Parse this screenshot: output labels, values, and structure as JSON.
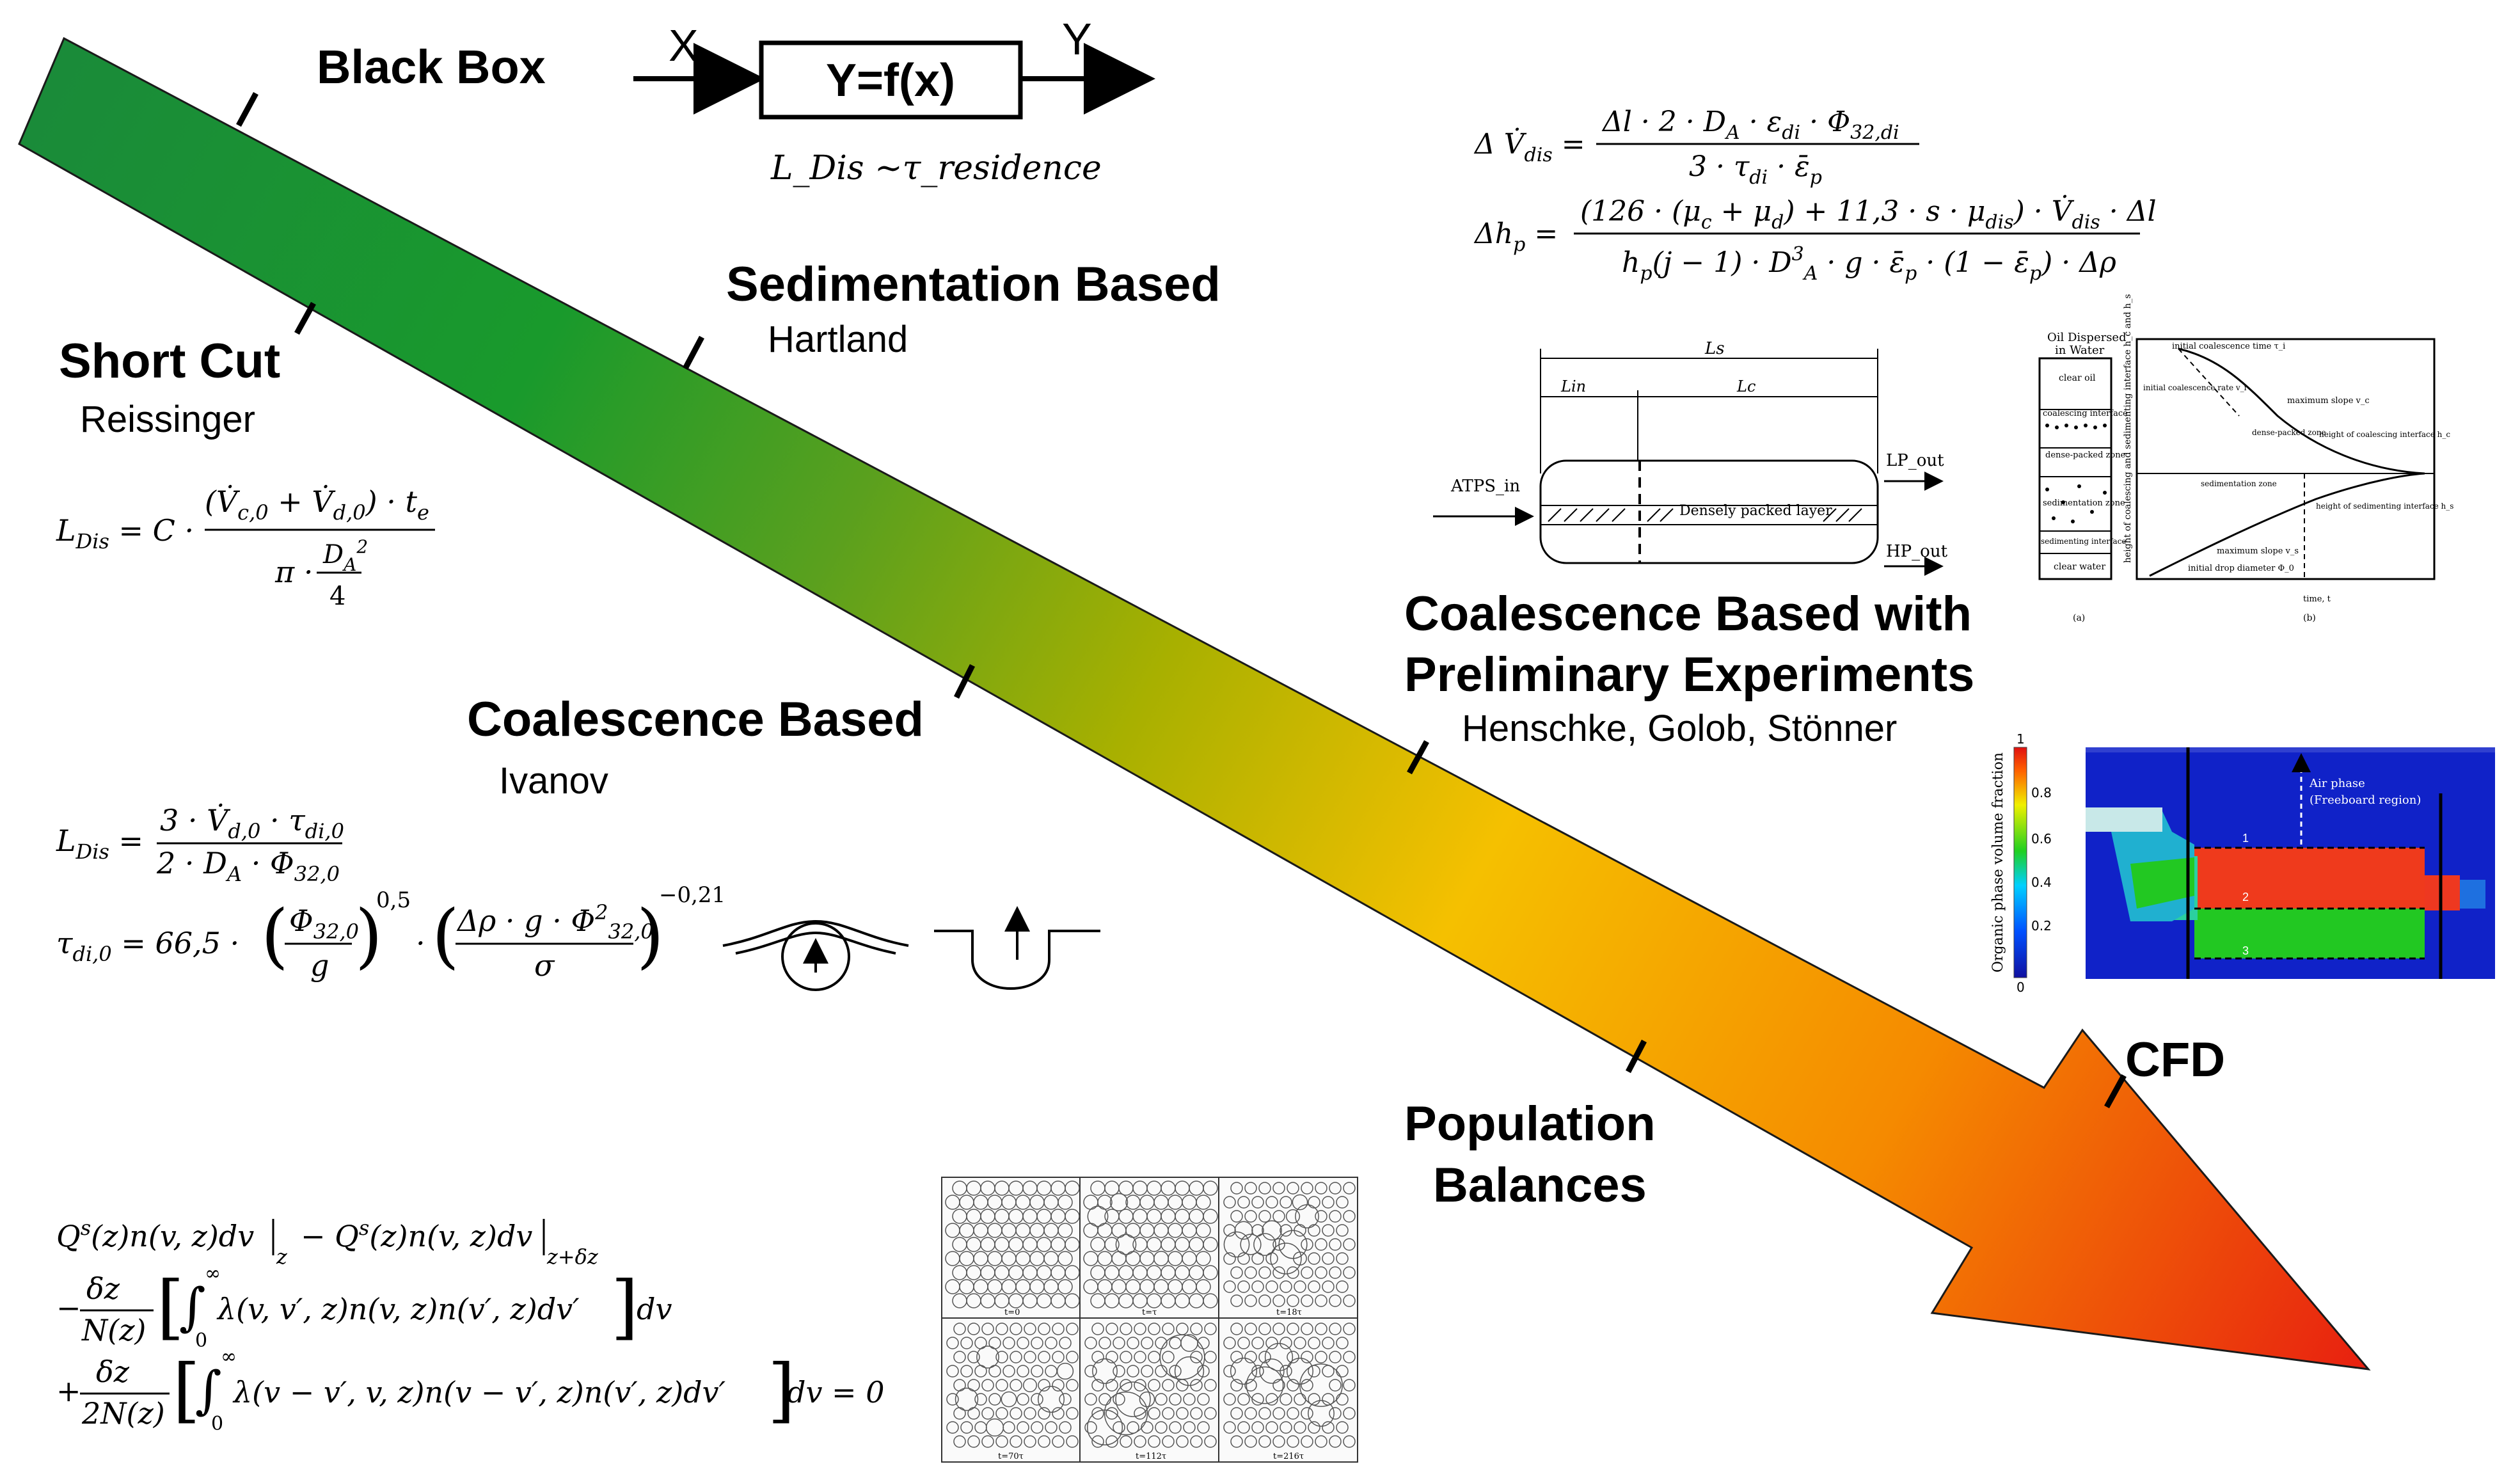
{
  "arrow_colors": {
    "start": "#1a8a3a",
    "green": "#199a2c",
    "mid_green": "#5aa01e",
    "yellow_green": "#a8b000",
    "yellow": "#f5c000",
    "orange": "#f58a00",
    "red": "#e82010"
  },
  "black_box": {
    "title": "Black Box",
    "input": "X",
    "output": "Y",
    "box_label": "Y=f(x)",
    "relation": "L_Dis ~τ_residence"
  },
  "sections": {
    "short_cut": {
      "title": "Short Cut",
      "author": "Reissinger"
    },
    "sedimentation": {
      "title": "Sedimentation Based",
      "author": "Hartland"
    },
    "coalescence": {
      "title": "Coalescence Based",
      "author": "Ivanov"
    },
    "coalescence_prelim": {
      "title_line1": "Coalescence Based with",
      "title_line2": "Preliminary Experiments",
      "authors": "Henschke, Golob, Stönner"
    },
    "population": {
      "title_line1": "Population",
      "title_line2": "Balances"
    },
    "cfd": {
      "title": "CFD"
    }
  },
  "settler_diagram": {
    "ls": "Ls",
    "lin": "Lin",
    "lc": "Lc",
    "inlet": "ATPS_in",
    "lp_out": "LP_out",
    "hp_out": "HP_out",
    "layer_label": "Densely packed layer"
  },
  "batch_diagram_a": {
    "header_line1": "Oil Dispersed",
    "header_line2": "in Water",
    "zones": [
      "clear oil",
      "coalescing interface",
      "dense-packed zone",
      "sedimentation zone",
      "sedimenting interface",
      "clear water"
    ],
    "caption": "(a)"
  },
  "batch_diagram_b": {
    "y_axis": "height of coalescing and sedimenting interface h_c and h_s",
    "annotations": [
      "initial coalescence time τ_i",
      "initial coalescence rate v_i",
      "maximum slope v_c",
      "height of coalescing interface h_c",
      "dense-packed zone",
      "sedimentation zone",
      "height of sedimenting interface h_s",
      "maximum slope v_s",
      "initial drop diameter Φ_0"
    ],
    "x_axis": "time, t",
    "caption": "(b)"
  },
  "cfd_plot": {
    "colorbar_title": "Organic phase volume fraction",
    "ticks": [
      "1",
      "0.8",
      "0.6",
      "0.4",
      "0.2",
      "0"
    ],
    "annotation_line1": "Air phase",
    "annotation_line2": "(Freeboard region)",
    "markers": [
      "1",
      "2",
      "3"
    ]
  },
  "pbe_panels": {
    "captions": [
      "t=0",
      "t=τ",
      "t=18τ",
      "t=70τ",
      "t=112τ",
      "t=216τ"
    ]
  }
}
